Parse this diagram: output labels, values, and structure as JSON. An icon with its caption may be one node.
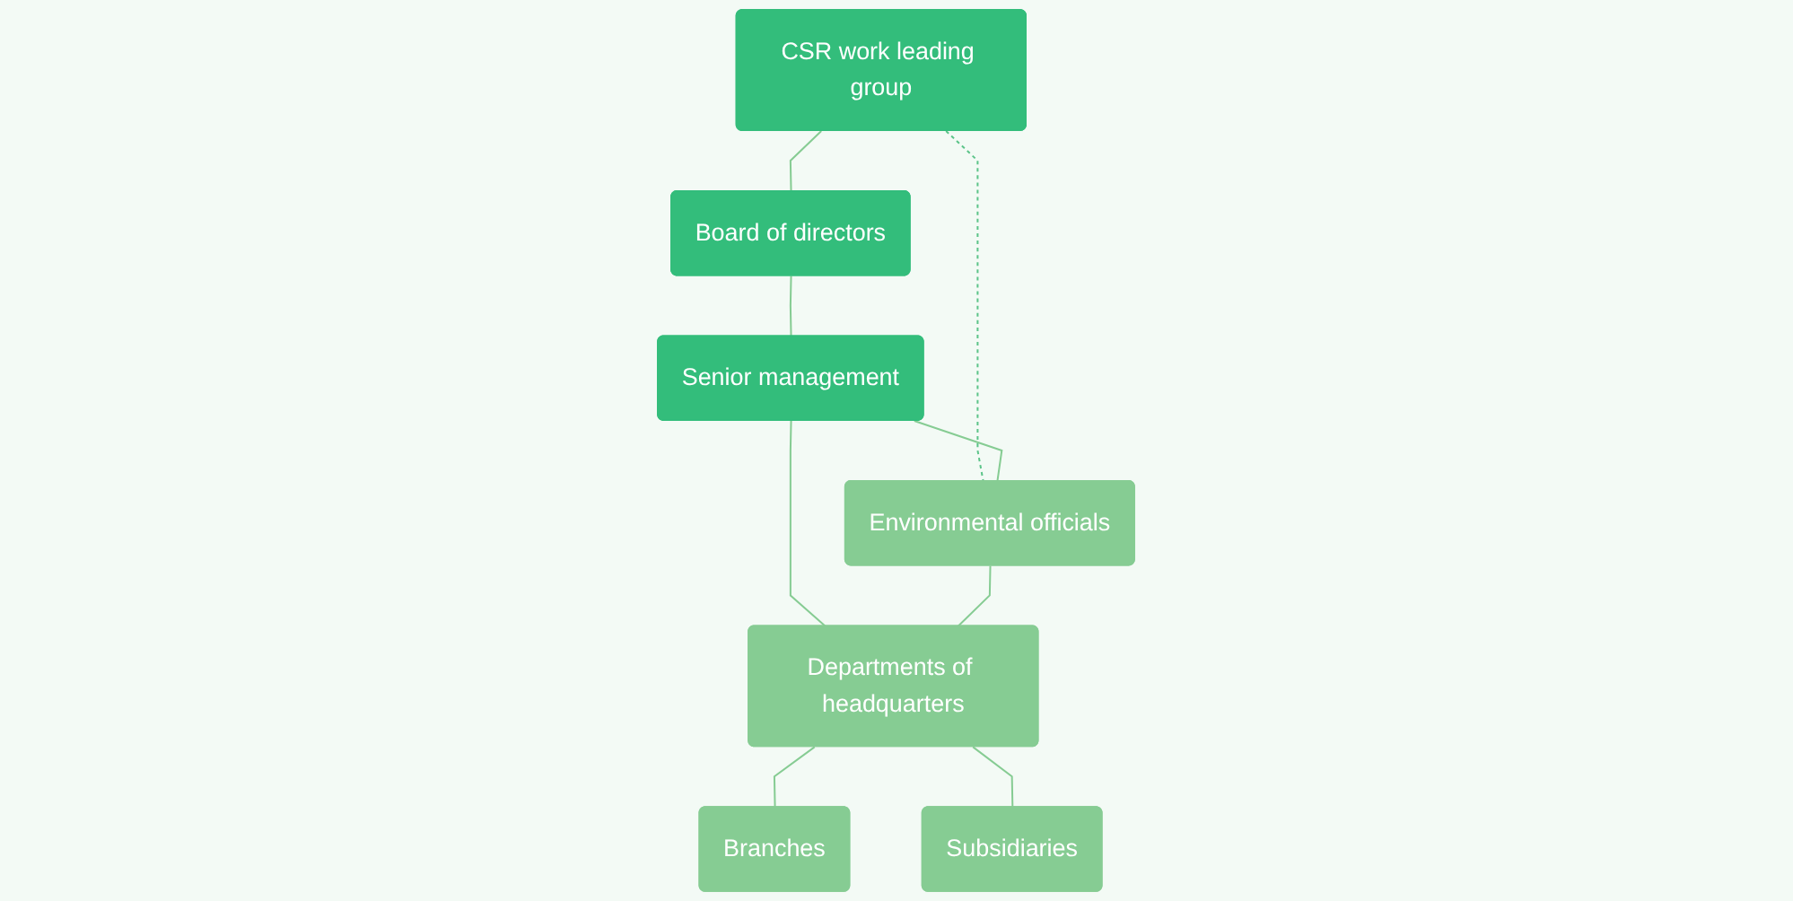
{
  "diagram": {
    "nodes": [
      {
        "text": [
          "Board of directors"
        ]
      },
      {
        "text": [
          "CSR work leading group"
        ]
      },
      {
        "text": [
          "Senior management"
        ]
      },
      {
        "text": [
          "Environmental officials"
        ]
      },
      {
        "text": [
          "Departments of headquarters"
        ]
      },
      {
        "text": [
          "Branches"
        ]
      },
      {
        "text": [
          "Subsidiaries"
        ]
      }
    ],
    "edges": [
      {
        "from": 0,
        "to": 2,
        "arrow": "none"
      },
      {
        "from": 1,
        "to": 0,
        "arrow": "none"
      },
      {
        "from": 1,
        "to": 3,
        "arrow": "none",
        "style": "dashed",
        "color": "#5cc489"
      },
      {
        "from": 2,
        "to": 3,
        "arrow": "none"
      },
      {
        "from": 2,
        "to": 4,
        "arrow": "none"
      },
      {
        "from": 3,
        "to": 4,
        "arrow": "none"
      },
      {
        "from": 4,
        "to": 5,
        "arrow": "none"
      },
      {
        "from": 4,
        "to": 6,
        "arrow": "none"
      }
    ]
  }
}
